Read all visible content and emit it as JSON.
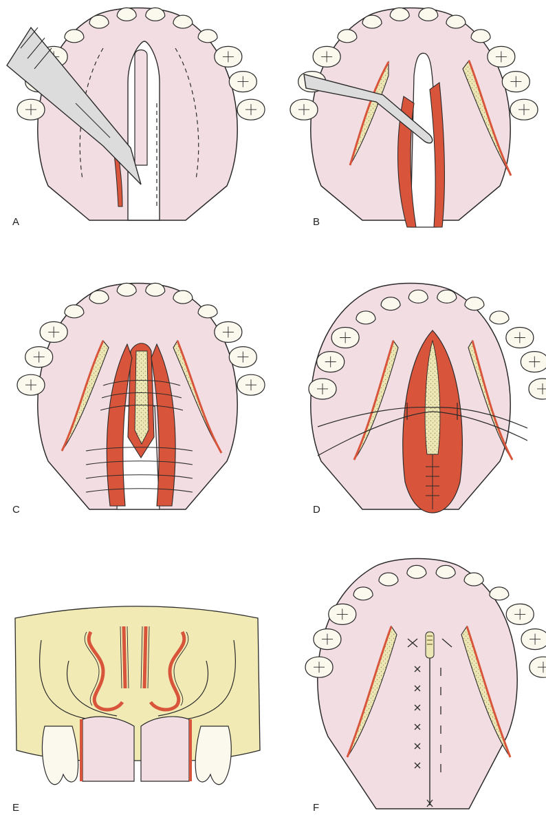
{
  "figure": {
    "panels": [
      {
        "id": "A",
        "label": "A"
      },
      {
        "id": "B",
        "label": "B"
      },
      {
        "id": "C",
        "label": "C"
      },
      {
        "id": "D",
        "label": "D"
      },
      {
        "id": "E",
        "label": "E"
      },
      {
        "id": "F",
        "label": "F"
      }
    ]
  },
  "colors": {
    "palate": "#f2dde3",
    "tooth": "#fbf8ee",
    "flap": "#d8553b",
    "bone": "#ece6b4",
    "section": "#f1eab5",
    "outline": "#2a2a2a",
    "instrument": "#dcdcdc"
  },
  "icons": {
    "scalpel": "scalpel-icon",
    "elevator": "periosteal-elevator-icon"
  }
}
